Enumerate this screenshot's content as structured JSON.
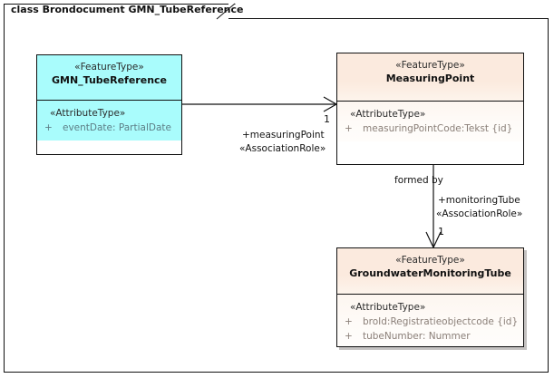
{
  "diagram": {
    "frame_title": "class Brondocument GMN_TubeReference"
  },
  "classes": [
    {
      "id": "gmn-tube-reference",
      "stereotype": "«FeatureType»",
      "name": "GMN_TubeReference",
      "attr_stereotype": "«AttributeType»",
      "attributes": [
        {
          "visibility": "+",
          "text": "eventDate: PartialDate"
        }
      ]
    },
    {
      "id": "measuring-point",
      "stereotype": "«FeatureType»",
      "name": "MeasuringPoint",
      "attr_stereotype": "«AttributeType»",
      "attributes": [
        {
          "visibility": "+",
          "text": "measuringPointCode:Tekst {id}"
        }
      ]
    },
    {
      "id": "groundwater-monitoring-tube",
      "stereotype": "«FeatureType»",
      "name": "GroundwaterMonitoringTube",
      "attr_stereotype": "«AttributeType»",
      "attributes": [
        {
          "visibility": "+",
          "text": "broId:Registratieobjectcode {id}"
        },
        {
          "visibility": "+",
          "text": "tubeNumber: Nummer"
        }
      ]
    }
  ],
  "associations": [
    {
      "id": "assoc-measuring-point",
      "target_multiplicity": "1",
      "role_name": "+measuringPoint",
      "role_stereotype": "«AssociationRole»"
    },
    {
      "id": "assoc-monitoring-tube",
      "name": "formed by",
      "role_name": "+monitoringTube",
      "role_stereotype": "«AssociationRole»",
      "target_multiplicity": "1"
    }
  ],
  "colors": {
    "cyan_fill": "#a9fcfc",
    "peach_fill": "#fbeade",
    "line": "#111111",
    "attr_text_cyan": "#5d7e86",
    "attr_text_peach": "#8a7f78"
  }
}
